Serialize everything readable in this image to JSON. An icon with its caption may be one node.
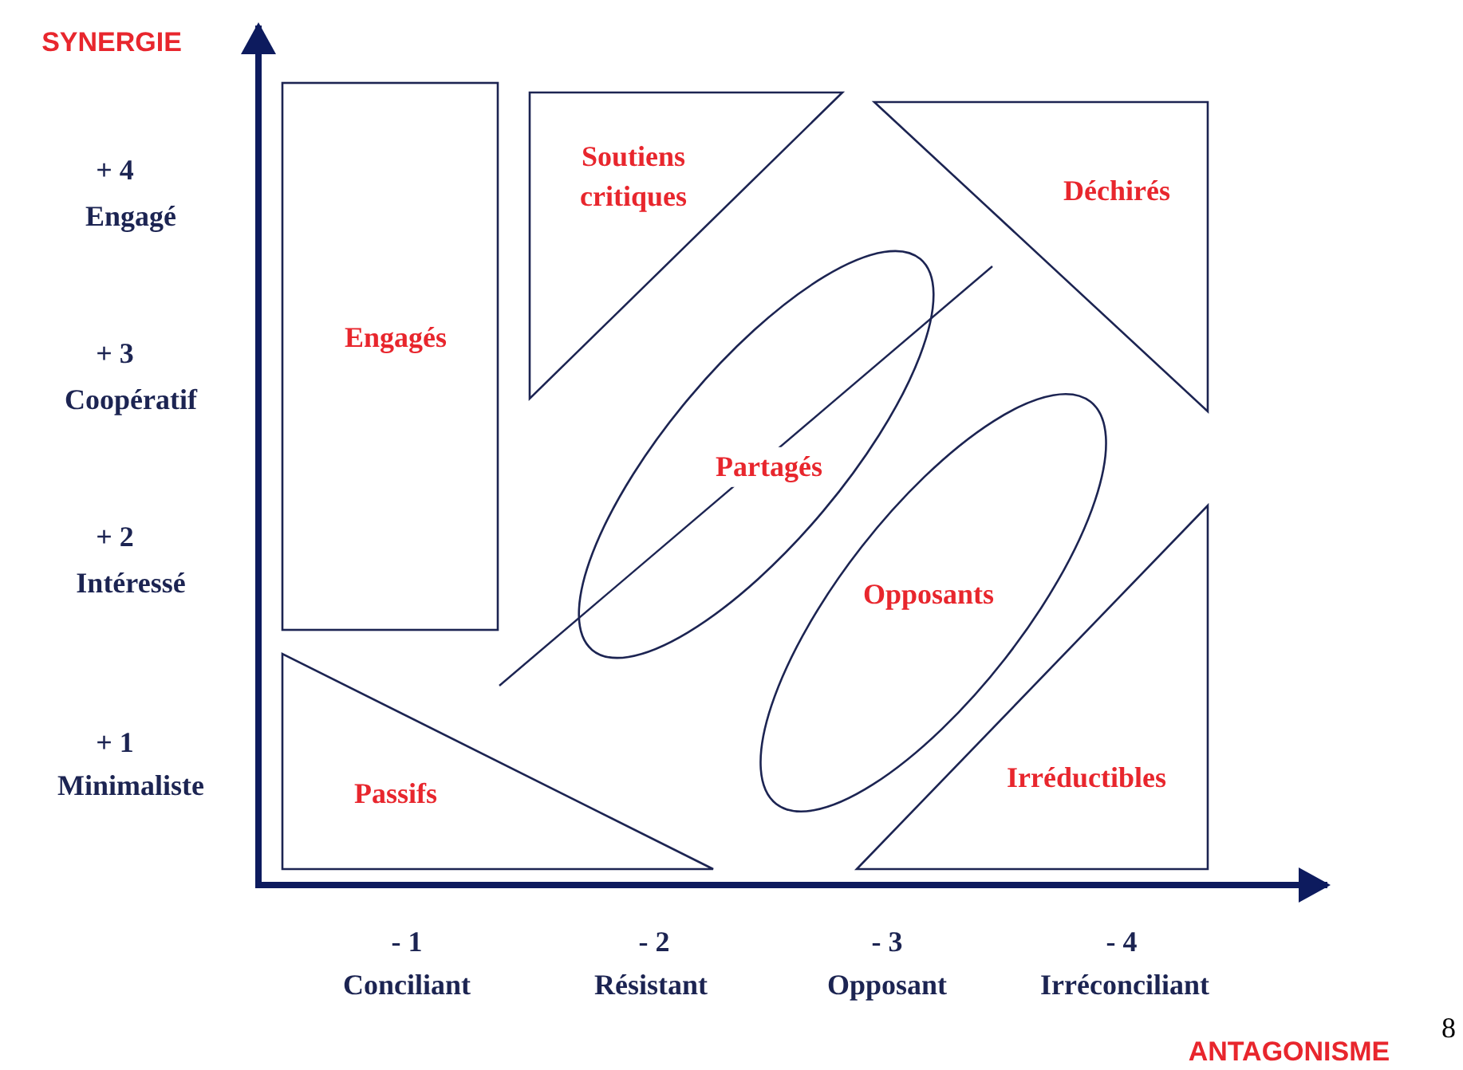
{
  "diagram": {
    "nodes": [
      {
        "text": [
          "Engagés"
        ]
      },
      {
        "text": [
          "Soutiens critiques"
        ]
      },
      {
        "text": [
          "Déchirés"
        ]
      },
      {
        "text": [
          "Partagés"
        ]
      },
      {
        "text": [
          "Opposants"
        ]
      },
      {
        "text": [
          "Passifs"
        ]
      },
      {
        "text": [
          "Irréductibles"
        ]
      }
    ],
    "labels": [
      "SYNERGIE",
      "+ 4",
      "Engagé",
      "+ 3",
      "Coopératif",
      "+ 2",
      "Intéressé",
      "+ 1",
      "Minimaliste",
      "- 1",
      "- 2",
      "- 3",
      "- 4",
      "Conciliant",
      "Résistant",
      "Opposant",
      "Irréconciliant",
      "ANTAGONISME",
      "8"
    ]
  }
}
